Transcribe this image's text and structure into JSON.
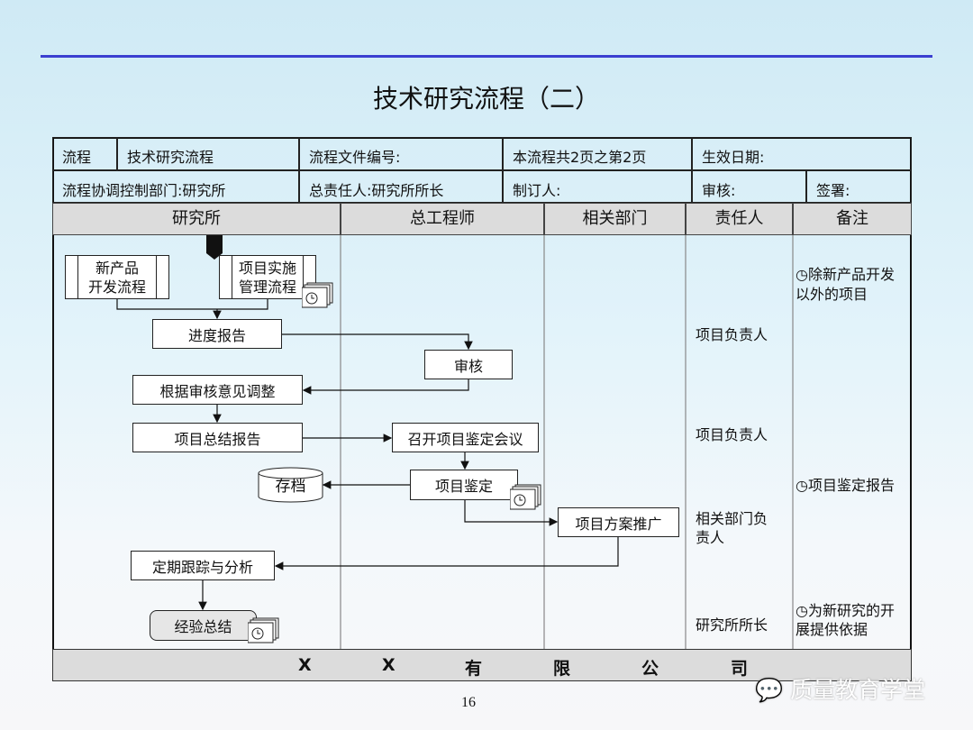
{
  "title": "技术研究流程（二）",
  "info": {
    "r1": [
      "流程",
      "技术研究流程",
      "流程文件编号:",
      "本流程共2页之第2页",
      "生效日期:"
    ],
    "r2": [
      "流程协调控制部门:研究所",
      "总责任人:研究所所长",
      "制订人:",
      "审核:",
      "签署:"
    ]
  },
  "columns": [
    "研究所",
    "总工程师",
    "相关部门",
    "责任人",
    "备注"
  ],
  "boxes": {
    "new_product": [
      "新产品",
      "开发流程"
    ],
    "project_impl": [
      "项目实施",
      "管理流程"
    ],
    "progress": "进度报告",
    "review": "审核",
    "adjust": "根据审核意见调整",
    "summary_report": "项目总结报告",
    "meeting": "召开项目鉴定会议",
    "archive": "存档",
    "appraisal": "项目鉴定",
    "promotion": "项目方案推广",
    "tracking": "定期跟踪与分析",
    "experience": "经验总结"
  },
  "responsible": [
    "项目负责人",
    "项目负责人",
    "相关部门负",
    "责人",
    "研究所所长"
  ],
  "notes": [
    "◷除新产品开发",
    "以外的项目",
    "◷项目鉴定报告",
    "◷为新研究的开",
    "展提供依据"
  ],
  "footer": [
    "X",
    "X",
    "有",
    "限",
    "公",
    "司"
  ],
  "page_number": "16",
  "watermark": "质量教育学堂"
}
